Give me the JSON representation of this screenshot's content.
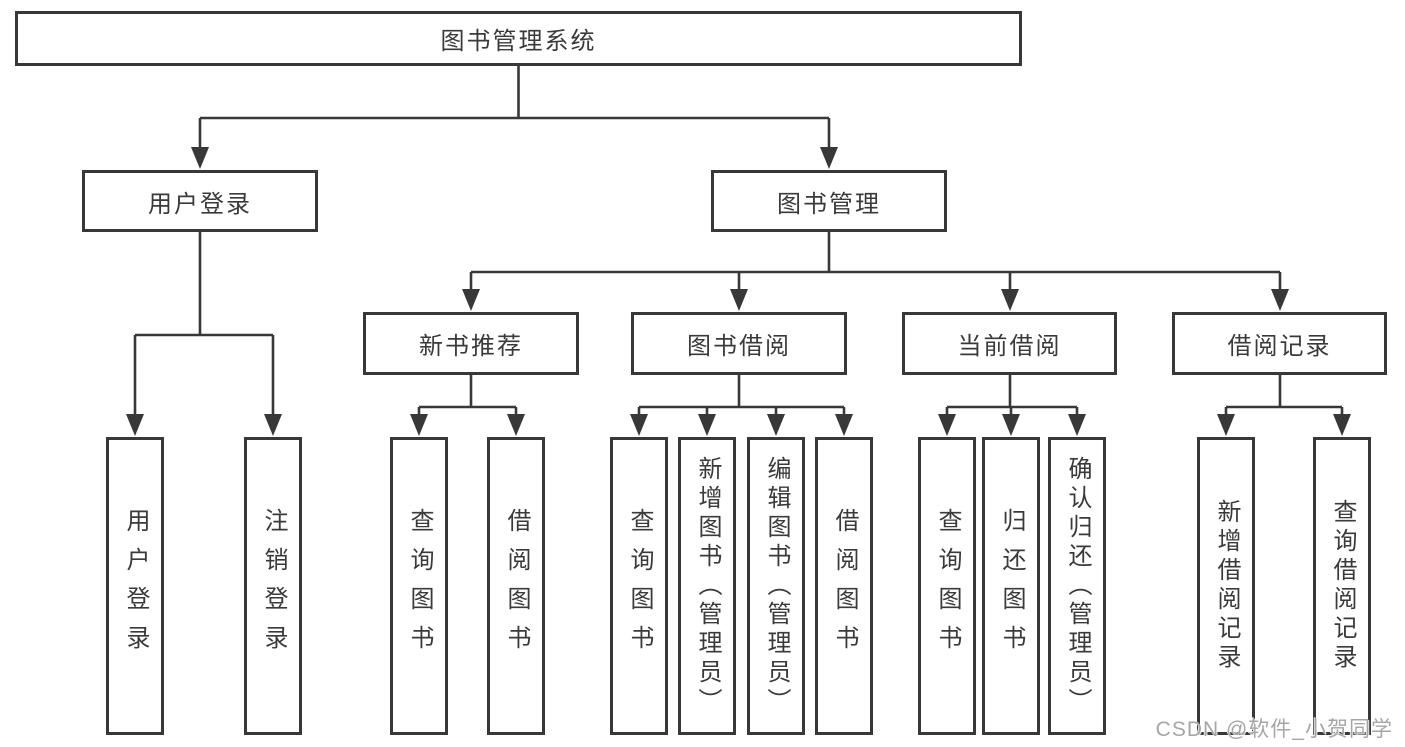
{
  "diagram": {
    "root": {
      "label": "图书管理系统"
    },
    "branches": [
      {
        "label": "用户登录",
        "children": [
          {
            "label": "用户登录"
          },
          {
            "label": "注销登录"
          }
        ]
      },
      {
        "label": "图书管理",
        "children": [
          {
            "label": "新书推荐",
            "children": [
              {
                "label": "查询图书"
              },
              {
                "label": "借阅图书"
              }
            ]
          },
          {
            "label": "图书借阅",
            "children": [
              {
                "label": "查询图书"
              },
              {
                "label": "新增图书（管理员）"
              },
              {
                "label": "编辑图书（管理员）"
              },
              {
                "label": "借阅图书"
              }
            ]
          },
          {
            "label": "当前借阅",
            "children": [
              {
                "label": "查询图书"
              },
              {
                "label": "归还图书"
              },
              {
                "label": "确认归还（管理员）"
              }
            ]
          },
          {
            "label": "借阅记录",
            "children": [
              {
                "label": "新增借阅记录"
              },
              {
                "label": "查询借阅记录"
              }
            ]
          }
        ]
      }
    ]
  },
  "watermark": {
    "text": "CSDN @软件_小贺同学"
  },
  "colors": {
    "line": "#383838",
    "text": "#3a3a3a",
    "background": "#ffffff",
    "watermark": "#a6a6a6"
  }
}
